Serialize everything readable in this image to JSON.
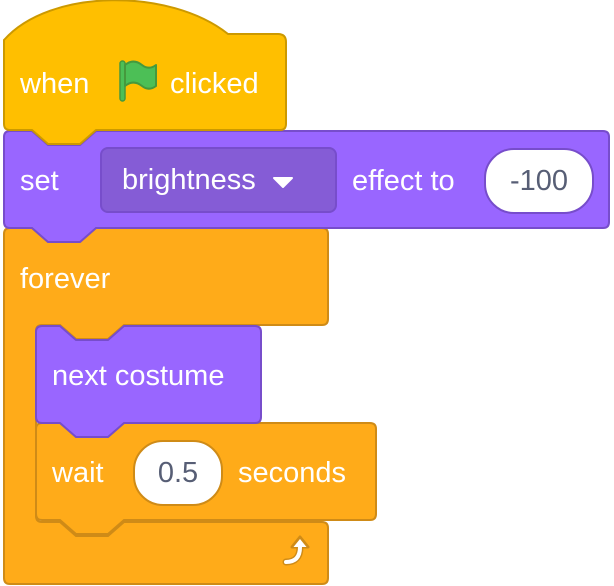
{
  "colors": {
    "events": "#ffbf00",
    "events_border": "#cc9900",
    "looks": "#9966ff",
    "looks_border": "#774dcb",
    "looks_field": "#855cd6",
    "control": "#ffab19",
    "control_border": "#cf8b17",
    "flag_green": "#4cbf56",
    "flag_green_border": "#45993d",
    "text": "#ffffff",
    "input_text": "#575e75"
  },
  "icons": {
    "flag": "green-flag-icon",
    "dropdown": "caret-down-icon",
    "loop": "loop-arrow-icon"
  },
  "script": {
    "hat": {
      "when_label": "when",
      "clicked_label": "clicked"
    },
    "set_effect": {
      "set_label": "set",
      "effect_value": "brightness",
      "to_label": "effect to",
      "amount": "-100"
    },
    "forever": {
      "label": "forever"
    },
    "next_costume": {
      "label": "next costume"
    },
    "wait": {
      "wait_label": "wait",
      "duration": "0.5",
      "unit_label": "seconds"
    }
  }
}
